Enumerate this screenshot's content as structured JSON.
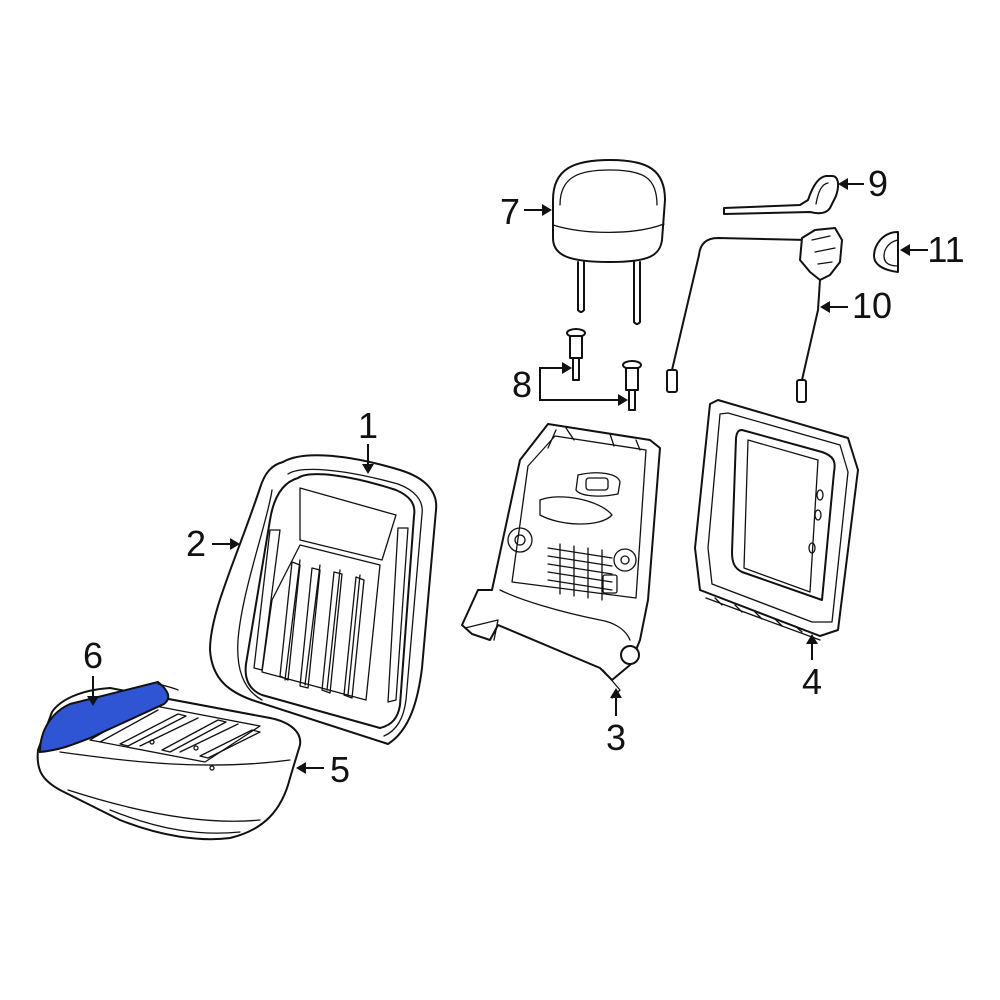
{
  "diagram": {
    "callouts": [
      {
        "id": "1",
        "label": "1"
      },
      {
        "id": "2",
        "label": "2"
      },
      {
        "id": "3",
        "label": "3"
      },
      {
        "id": "4",
        "label": "4"
      },
      {
        "id": "5",
        "label": "5"
      },
      {
        "id": "6",
        "label": "6"
      },
      {
        "id": "7",
        "label": "7"
      },
      {
        "id": "8",
        "label": "8"
      },
      {
        "id": "9",
        "label": "9"
      },
      {
        "id": "10",
        "label": "10"
      },
      {
        "id": "11",
        "label": "11"
      }
    ],
    "highlight_color": "#2f55d4",
    "highlighted_part": "6"
  }
}
